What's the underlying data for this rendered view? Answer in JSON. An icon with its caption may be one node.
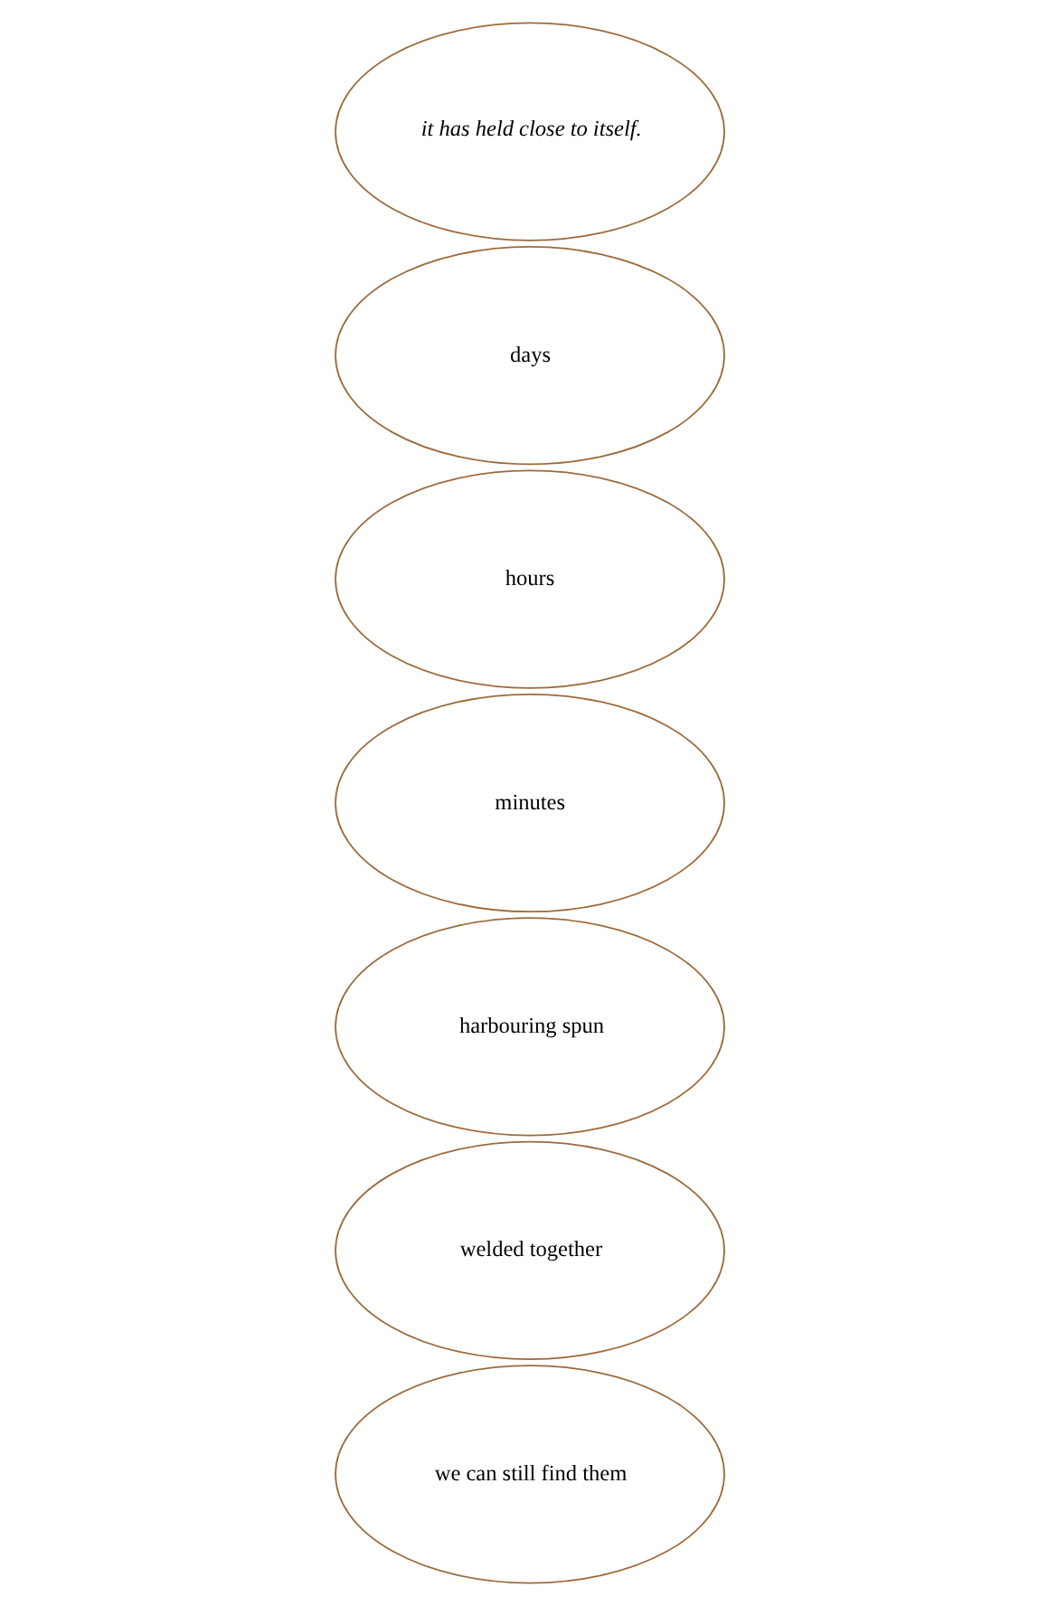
{
  "diagram": {
    "nodes": [
      {
        "text": [
          "we can still find them"
        ]
      },
      {
        "text": [
          "welded together"
        ]
      },
      {
        "text": [
          "harbouring spun"
        ]
      },
      {
        "text": [
          "minutes"
        ]
      },
      {
        "text": [
          "hours"
        ]
      },
      {
        "text": [
          "days"
        ]
      },
      {
        "text": [
          "it has held close to itself."
        ]
      }
    ]
  }
}
